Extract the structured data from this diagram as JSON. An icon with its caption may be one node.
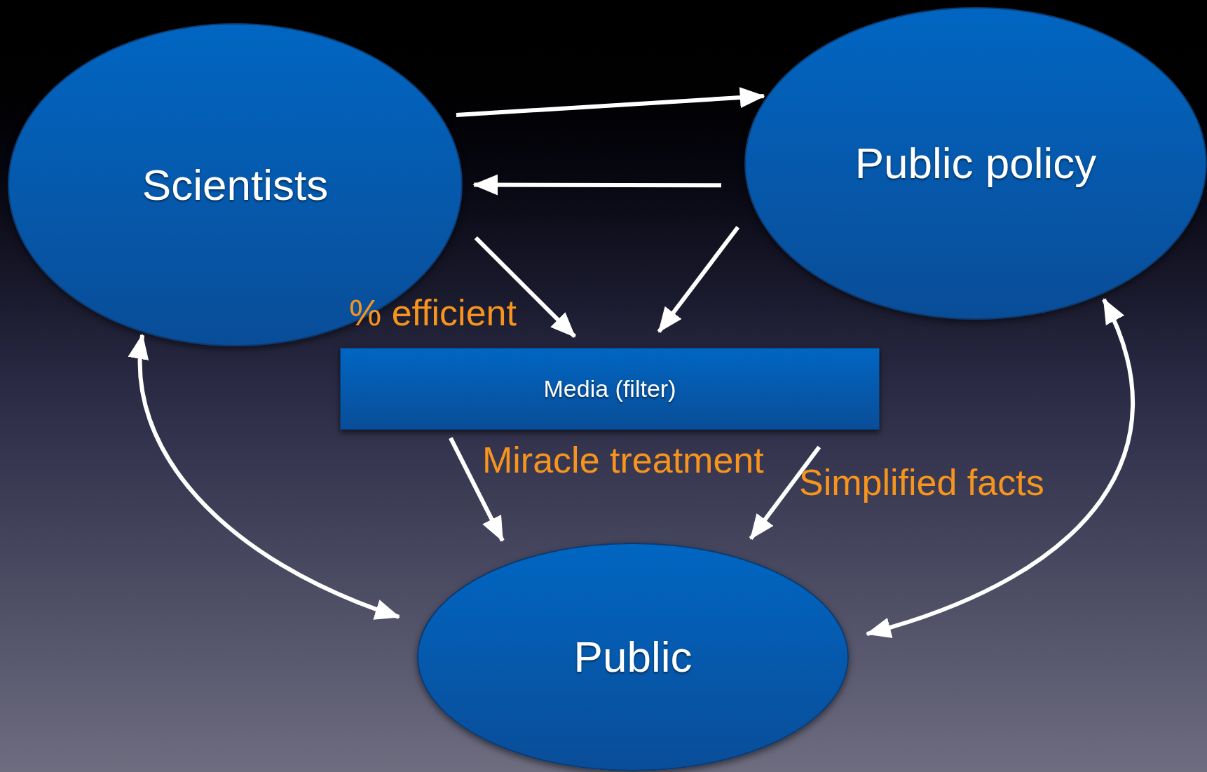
{
  "diagram": {
    "nodes": [
      {
        "text": [
          "Scientists"
        ]
      },
      {
        "text": [
          "Public policy"
        ]
      },
      {
        "text": [
          "Media (filter)"
        ]
      },
      {
        "text": [
          "Public"
        ]
      }
    ],
    "edges": [
      {
        "from": 0,
        "to": 1,
        "arrow": "to"
      },
      {
        "from": 1,
        "to": 0,
        "arrow": "to"
      },
      {
        "from": 0,
        "to": 2,
        "arrow": "to",
        "label": "% efficient"
      },
      {
        "from": 1,
        "to": 2,
        "arrow": "to"
      },
      {
        "from": 2,
        "to": 3,
        "arrow": "to",
        "label": "Miracle treatment"
      },
      {
        "from": 2,
        "to": 3,
        "arrow": "to",
        "label": "Simplified facts"
      },
      {
        "from": 0,
        "to": 3,
        "arrow": "both"
      },
      {
        "from": 1,
        "to": 3,
        "arrow": "both"
      }
    ]
  }
}
